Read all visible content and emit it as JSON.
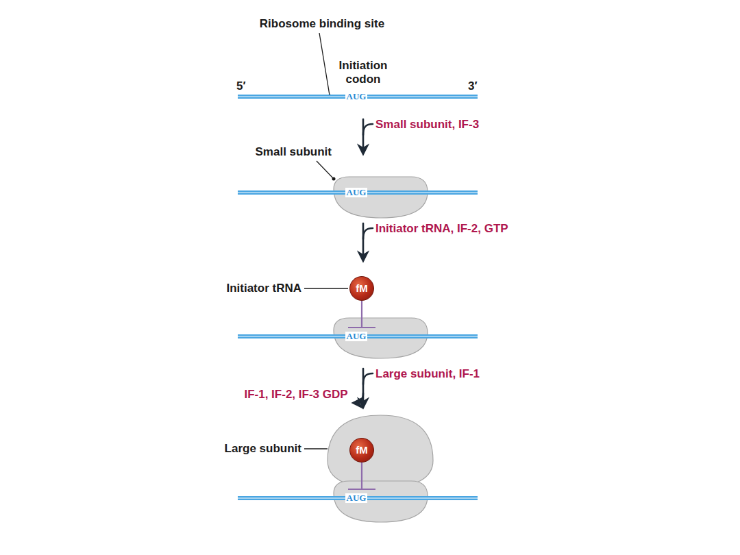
{
  "diagram": {
    "nodes": [
      {
        "text": [
          "fM"
        ]
      },
      {
        "text": [
          "fM"
        ]
      }
    ],
    "labels": [
      "Ribosome binding site",
      "Initiation codon",
      "5′",
      "3′",
      "AUG",
      "Small subunit, IF-3",
      "Small subunit",
      "AUG",
      "Initiator tRNA, IF-2, GTP",
      "Initiator tRNA",
      "AUG",
      "Large subunit, IF-1",
      "IF-1, IF-2, IF-3 GDP",
      "Large subunit",
      "AUG"
    ]
  }
}
